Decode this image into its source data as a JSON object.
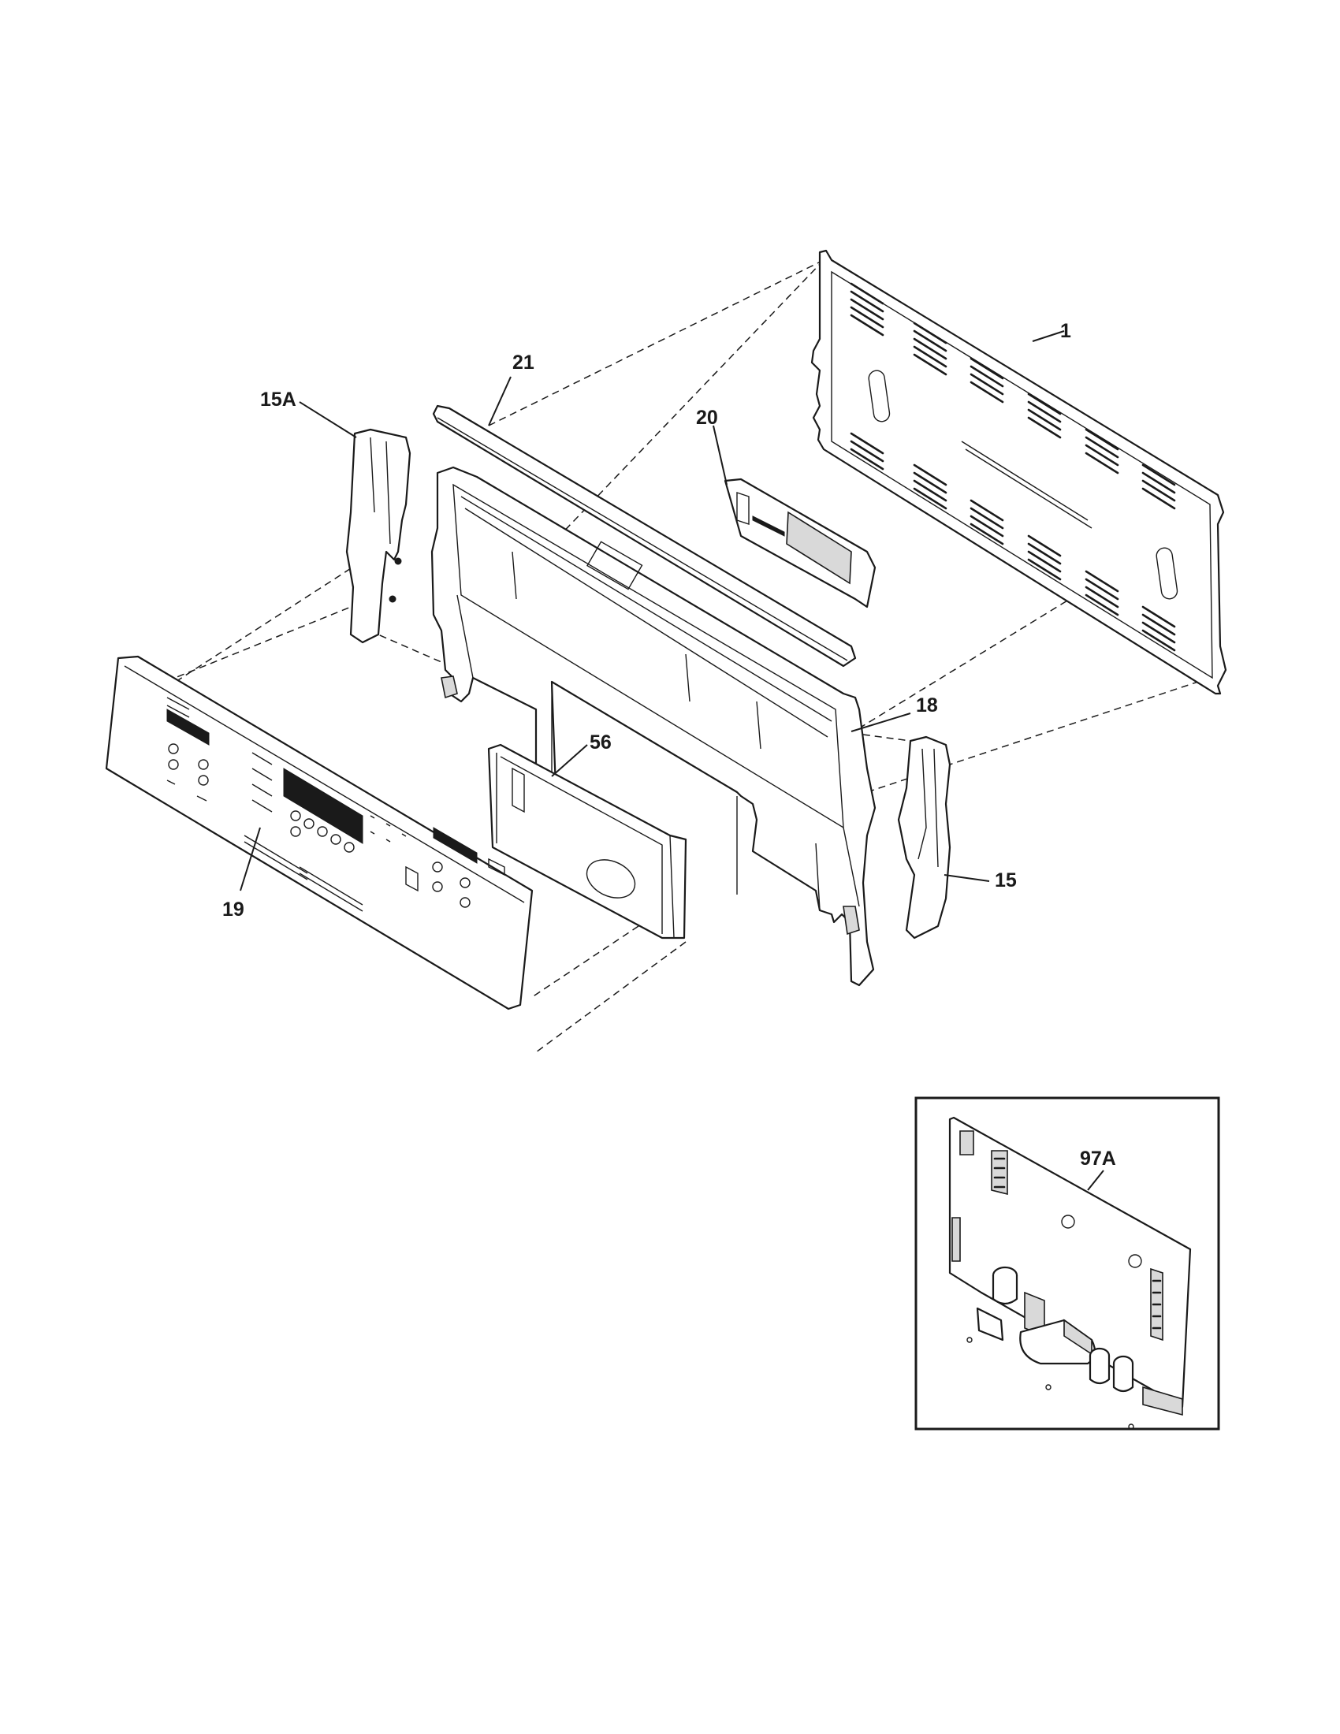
{
  "callouts": {
    "part_1": "1",
    "part_15": "15",
    "part_15a": "15A",
    "part_18": "18",
    "part_19": "19",
    "part_20": "20",
    "part_21": "21",
    "part_56": "56",
    "part_97a": "97A"
  }
}
